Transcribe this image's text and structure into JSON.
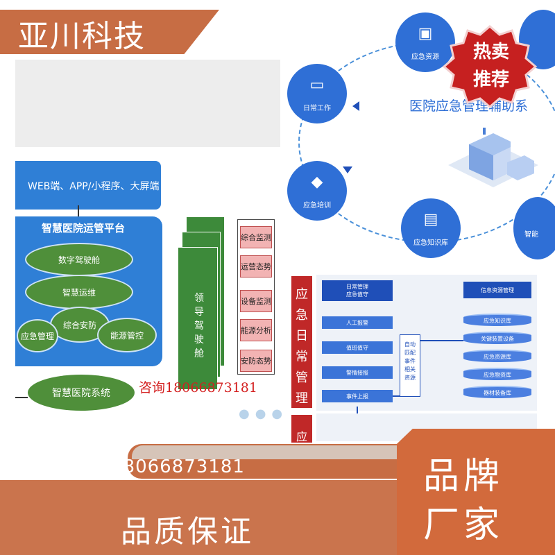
{
  "colors": {
    "brand_orange": "#c4653a",
    "blue": "#2f7fd6",
    "green": "#4f8f3a",
    "red": "#c02828",
    "consult_red": "#d42020"
  },
  "brand": {
    "name": "亚川科技"
  },
  "left_diagram": {
    "top_bar": "WEB端、APP/小程序、大屏端",
    "platform_title": "智慧医院运管平台",
    "modules": [
      "数字驾驶舱",
      "智慧运维",
      "综合安防",
      "应急管理",
      "能源管控"
    ],
    "system": "智慧医院系统",
    "cockpit": "领导驾驶舱",
    "panels": [
      "综合监测",
      "运营态势",
      "设备监测",
      "能源分析",
      "安防态势"
    ],
    "consult": "咨询18066873181"
  },
  "right_diagram": {
    "title": "医院应急管理辅助系",
    "bubbles": {
      "resources": "应急资源",
      "daily": "日常工作",
      "training": "应急培训",
      "knowledge": "应急知识库",
      "smart": "智能"
    },
    "bubble_icons": [
      "box-icon",
      "monitor-icon",
      "mortarboard-icon",
      "book-icon"
    ],
    "side_label": "应急日常管理",
    "side_label_2": "应",
    "flow_header": [
      "日常管理",
      "应急值守"
    ],
    "flow_steps": [
      "人工报警",
      "值班值守",
      "警情接报",
      "事件上报"
    ],
    "match_box": [
      "自动",
      "匹配",
      "事件",
      "相关",
      "资源"
    ],
    "resource_header": "信息资源管理",
    "resources": [
      "应急知识库",
      "关键装置设备",
      "应急资源库",
      "应急物资库",
      "器材装备库"
    ]
  },
  "overlays": {
    "hot_line1": "热卖",
    "hot_line2": "推荐",
    "phone": "18066873181",
    "guarantee": "品质保证",
    "brand_line1": "品牌",
    "brand_line2": "厂家"
  }
}
